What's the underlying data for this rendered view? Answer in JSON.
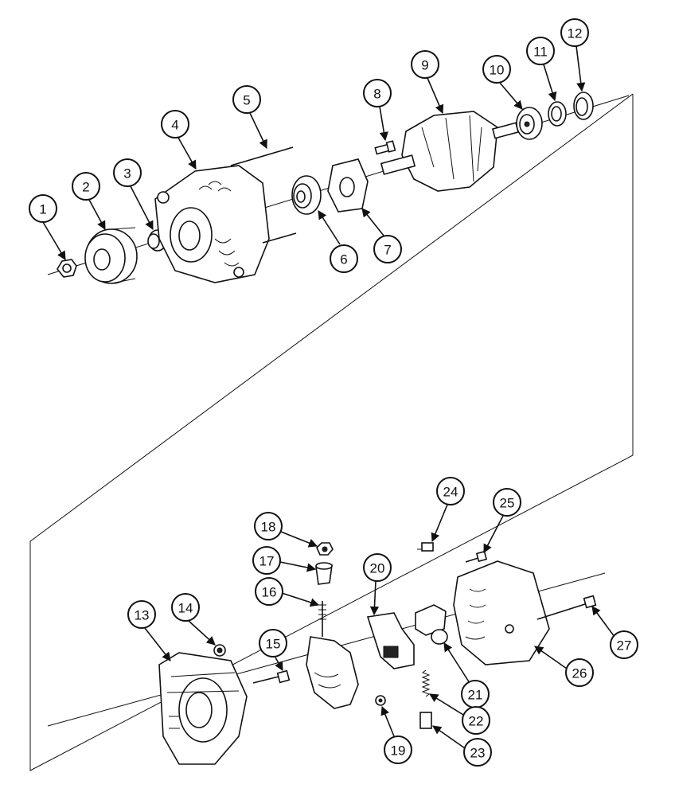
{
  "diagram": {
    "callouts": [
      "1",
      "2",
      "3",
      "4",
      "5",
      "6",
      "7",
      "8",
      "9",
      "10",
      "11",
      "12",
      "13",
      "14",
      "15",
      "16",
      "17",
      "18",
      "19",
      "20",
      "21",
      "22",
      "23",
      "24",
      "25",
      "26",
      "27"
    ]
  },
  "colors": {
    "ink": "#111111",
    "paper": "#ffffff"
  }
}
